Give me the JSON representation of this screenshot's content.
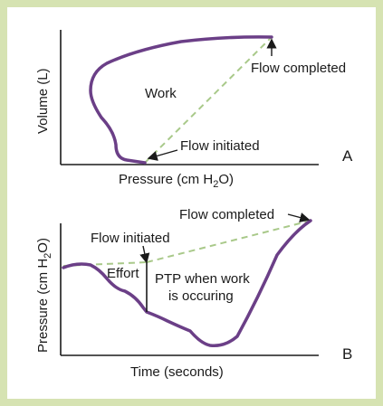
{
  "panel_a": {
    "letter": "A",
    "ylabel": "Volume (L)",
    "xlabel_main": "Pressure (cm H",
    "xlabel_sub": "2",
    "xlabel_end": "O)",
    "work_label": "Work",
    "flow_completed": "Flow completed",
    "flow_initiated": "Flow initiated"
  },
  "panel_b": {
    "letter": "B",
    "ylabel_main": "Pressure (cm H",
    "ylabel_sub": "2",
    "ylabel_end": "O)",
    "xlabel": "Time (seconds)",
    "flow_initiated": "Flow initiated",
    "flow_completed": "Flow completed",
    "effort_label": "Effort",
    "ptp_line1": "PTP when work",
    "ptp_line2": "is occuring"
  },
  "colors": {
    "border": "#d6e3b2",
    "curve": "#6b3f87",
    "dashed": "#a9c98a",
    "axis": "#1a1a1a"
  }
}
